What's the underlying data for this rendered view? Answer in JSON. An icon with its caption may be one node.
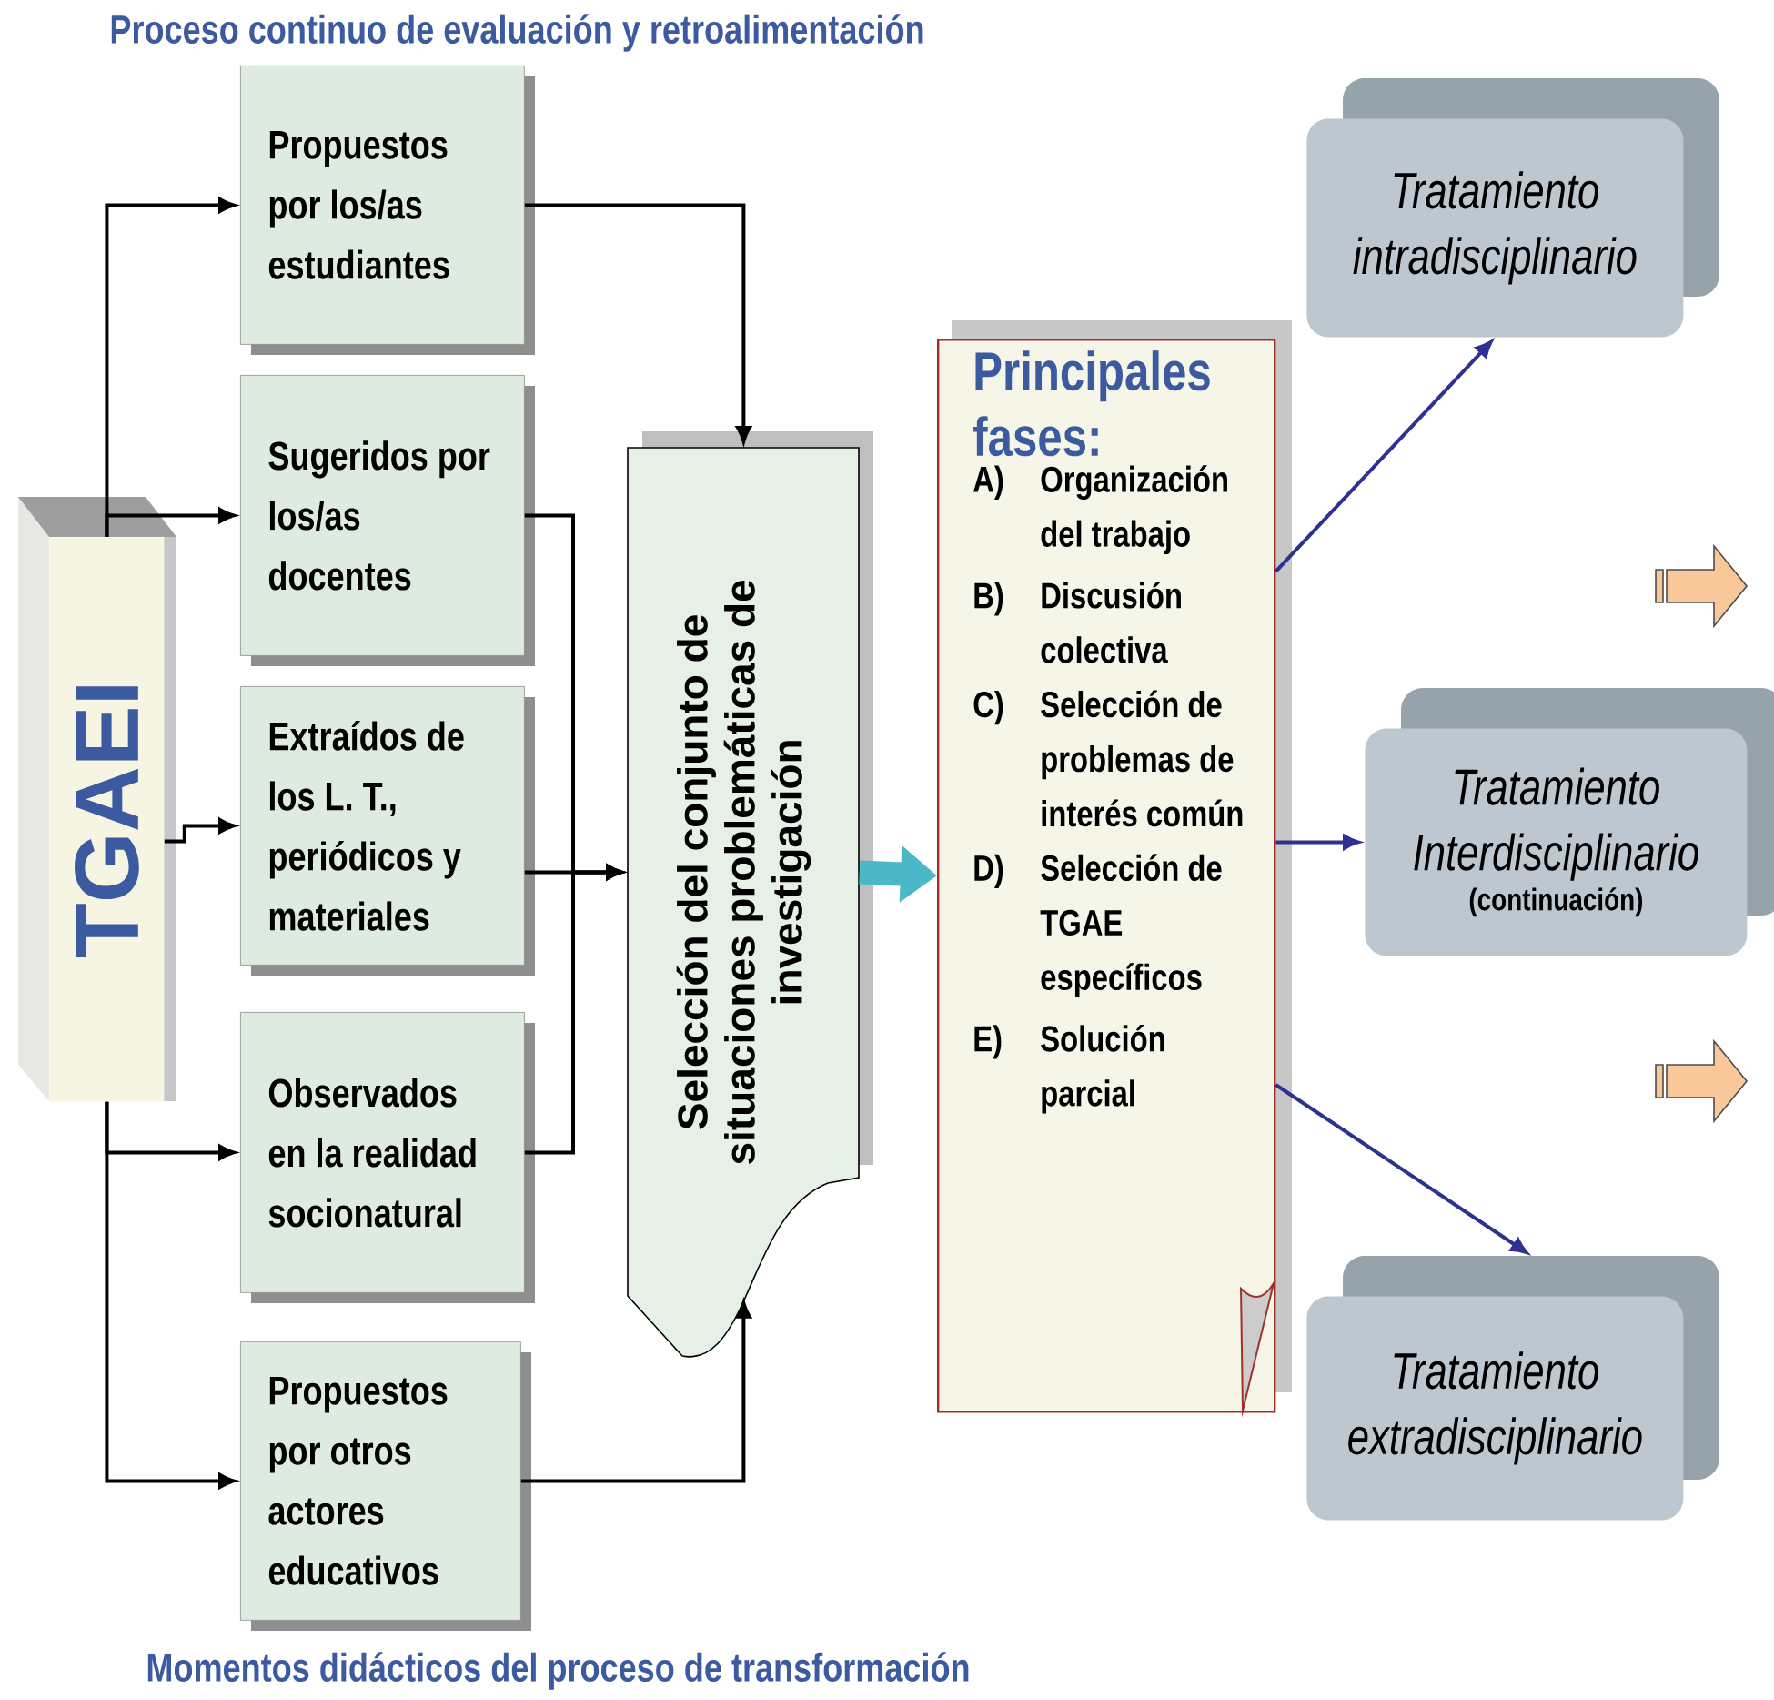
{
  "diagram": {
    "title": "Proceso continuo de evaluación y retroalimentación",
    "caption": "Momentos didácticos del proceso de transformación",
    "nodes": [
      {
        "text": [
          "TGAEI"
        ]
      },
      {
        "text": [
          "Propuestos por los/as estudiantes"
        ]
      },
      {
        "text": [
          "Sugeridos por los/as docentes"
        ]
      },
      {
        "text": [
          "Extraídos de los L. T., periódicos y materiales"
        ]
      },
      {
        "text": [
          "Observados en la realidad socionatural"
        ]
      },
      {
        "text": [
          "Propuestos por otros actores educativos"
        ]
      },
      {
        "text": [
          "Selección del conjunto de situaciones problemáticas de investigación"
        ]
      },
      {
        "text": [
          "Principales fases:",
          "A)",
          "Organización del trabajo",
          "B)",
          "Discusión colectiva",
          "C)",
          "Selección de problemas de interés común",
          "D)",
          "Selección de TGAE específicos",
          "E)",
          "Solución parcial"
        ]
      },
      {
        "text": [
          "Tratamiento intradisciplinario"
        ]
      },
      {
        "text": [
          "Tratamiento Interdisciplinario",
          "(continuación)"
        ]
      },
      {
        "text": [
          "Tratamiento extradisciplinario"
        ]
      }
    ],
    "edges": [
      {
        "from": 0,
        "to": 1,
        "arrow": "to"
      },
      {
        "from": 0,
        "to": 2,
        "arrow": "to"
      },
      {
        "from": 0,
        "to": 3,
        "arrow": "to"
      },
      {
        "from": 0,
        "to": 4,
        "arrow": "to"
      },
      {
        "from": 0,
        "to": 5,
        "arrow": "to"
      },
      {
        "from": 1,
        "to": 6,
        "arrow": "to"
      },
      {
        "from": 2,
        "to": 6,
        "arrow": "to"
      },
      {
        "from": 3,
        "to": 6,
        "arrow": "to"
      },
      {
        "from": 4,
        "to": 6,
        "arrow": "to"
      },
      {
        "from": 5,
        "to": 6,
        "arrow": "to"
      },
      {
        "from": 6,
        "to": 7,
        "arrow": "to",
        "style": "thick",
        "color": "#4bb8c8"
      },
      {
        "from": 7,
        "to": 8,
        "arrow": "to",
        "color": "#2e3192"
      },
      {
        "from": 7,
        "to": 9,
        "arrow": "to",
        "color": "#2e3192"
      },
      {
        "from": 7,
        "to": 10,
        "arrow": "to",
        "color": "#2e3192"
      }
    ]
  }
}
